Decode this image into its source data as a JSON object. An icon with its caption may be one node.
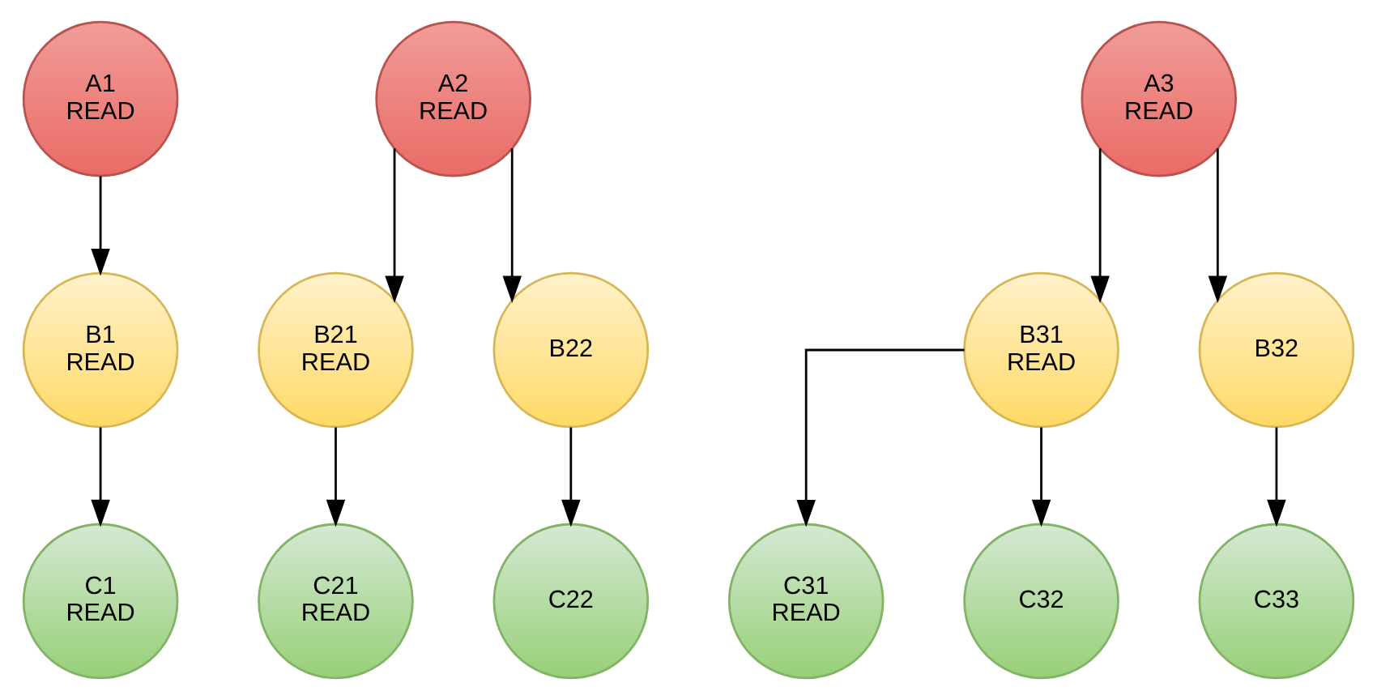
{
  "diagram": {
    "nodes": [
      {
        "text": [
          "A1",
          "READ"
        ]
      },
      {
        "text": [
          "A2",
          "READ"
        ]
      },
      {
        "text": [
          "A3",
          "READ"
        ]
      },
      {
        "text": [
          "B1",
          "READ"
        ]
      },
      {
        "text": [
          "B21",
          "READ"
        ]
      },
      {
        "text": [
          "B22"
        ]
      },
      {
        "text": [
          "B31",
          "READ"
        ]
      },
      {
        "text": [
          "B32"
        ]
      },
      {
        "text": [
          "C1",
          "READ"
        ]
      },
      {
        "text": [
          "C21",
          "READ"
        ]
      },
      {
        "text": [
          "C22"
        ]
      },
      {
        "text": [
          "C31",
          "READ"
        ]
      },
      {
        "text": [
          "C32"
        ]
      },
      {
        "text": [
          "C33"
        ]
      }
    ],
    "edges": [
      {
        "from": 0,
        "to": 3,
        "arrow": "to"
      },
      {
        "from": 1,
        "to": 4,
        "arrow": "to"
      },
      {
        "from": 1,
        "to": 5,
        "arrow": "to"
      },
      {
        "from": 2,
        "to": 6,
        "arrow": "to"
      },
      {
        "from": 2,
        "to": 7,
        "arrow": "to"
      },
      {
        "from": 3,
        "to": 8,
        "arrow": "to"
      },
      {
        "from": 4,
        "to": 9,
        "arrow": "to"
      },
      {
        "from": 5,
        "to": 10,
        "arrow": "to"
      },
      {
        "from": 6,
        "to": 11,
        "arrow": "to"
      },
      {
        "from": 6,
        "to": 12,
        "arrow": "to"
      },
      {
        "from": 7,
        "to": 13,
        "arrow": "to"
      }
    ]
  }
}
